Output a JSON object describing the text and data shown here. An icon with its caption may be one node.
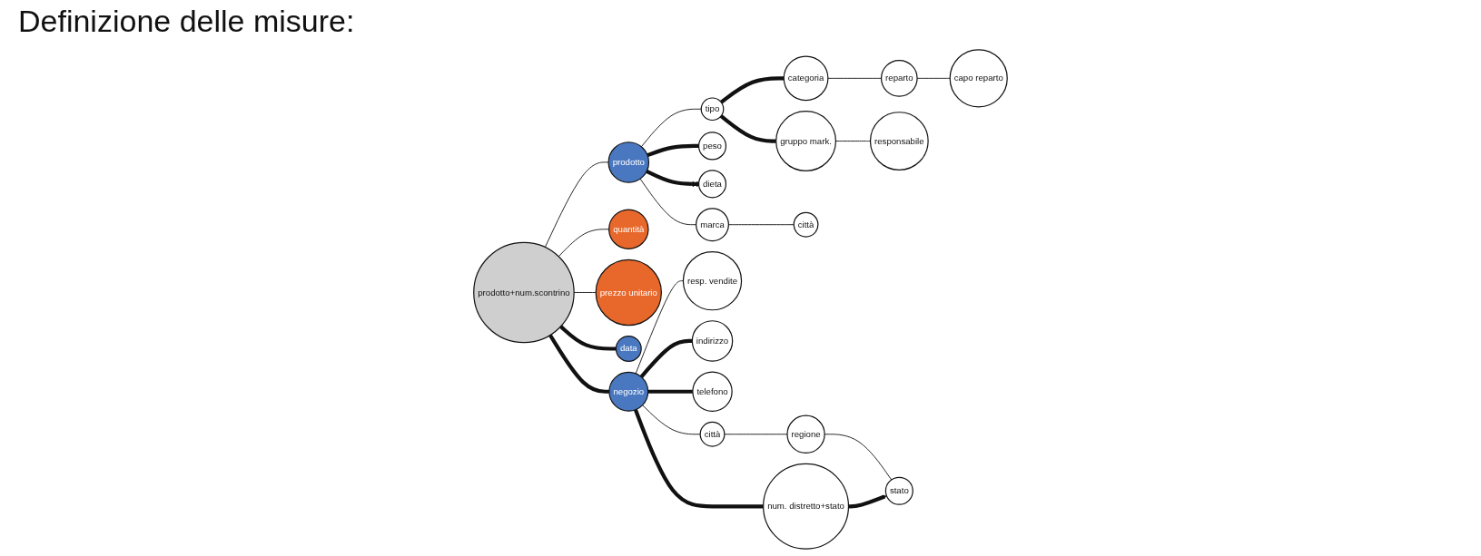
{
  "diagram": {
    "title": "Definizione delle misure:",
    "nodes": [
      {
        "text": [
          "resp. vendite"
        ]
      },
      {
        "text": [
          "città"
        ]
      },
      {
        "text": [
          "indirizzo"
        ]
      },
      {
        "text": [
          "telefono"
        ]
      },
      {
        "text": [
          "quantità"
        ]
      },
      {
        "text": [
          "marca"
        ]
      },
      {
        "text": [
          "negozio"
        ]
      },
      {
        "text": [
          "città"
        ]
      },
      {
        "text": [
          "regione"
        ]
      },
      {
        "text": [
          "stato"
        ]
      },
      {
        "text": [
          "dieta"
        ]
      },
      {
        "text": [
          "peso"
        ]
      },
      {
        "text": [
          "num. distretto+stato"
        ]
      },
      {
        "text": [
          "reparto"
        ]
      },
      {
        "text": [
          "capo reparto"
        ]
      },
      {
        "text": [
          "categoria"
        ]
      },
      {
        "text": [
          "tipo"
        ]
      },
      {
        "text": [
          "prodotto"
        ]
      },
      {
        "text": [
          "prodotto+num.scontrino"
        ]
      },
      {
        "text": [
          "responsabile"
        ]
      },
      {
        "text": [
          "gruppo mark."
        ]
      },
      {
        "text": [
          "data"
        ]
      },
      {
        "text": [
          "prezzo unitario"
        ]
      }
    ],
    "edges": [
      {
        "from": 18,
        "to": 17,
        "arrow": "none"
      },
      {
        "from": 17,
        "to": 16,
        "arrow": "none"
      },
      {
        "from": 16,
        "to": 15,
        "arrow": "none",
        "style": "thick"
      },
      {
        "from": 15,
        "to": 13,
        "arrow": "none"
      },
      {
        "from": 13,
        "to": 14,
        "arrow": "none"
      },
      {
        "from": 16,
        "to": 20,
        "arrow": "none",
        "style": "thick"
      },
      {
        "from": 20,
        "to": 19,
        "arrow": "none"
      },
      {
        "from": 17,
        "to": 11,
        "arrow": "none",
        "style": "thick"
      },
      {
        "from": 17,
        "to": 10,
        "arrow": "other",
        "style": "thick"
      },
      {
        "from": 17,
        "to": 5,
        "arrow": "none"
      },
      {
        "from": 5,
        "to": 1,
        "arrow": "none"
      },
      {
        "from": 18,
        "to": 4,
        "arrow": "none"
      },
      {
        "from": 18,
        "to": 22,
        "arrow": "none"
      },
      {
        "from": 18,
        "to": 21,
        "arrow": "none",
        "style": "thick"
      },
      {
        "from": 18,
        "to": 6,
        "arrow": "none",
        "style": "thick"
      },
      {
        "from": 6,
        "to": 0,
        "arrow": "none"
      },
      {
        "from": 6,
        "to": 2,
        "arrow": "none",
        "style": "thick"
      },
      {
        "from": 6,
        "to": 3,
        "arrow": "none",
        "style": "thick"
      },
      {
        "from": 6,
        "to": 7,
        "arrow": "none"
      },
      {
        "from": 7,
        "to": 8,
        "arrow": "none"
      },
      {
        "from": 8,
        "to": 9,
        "arrow": "none"
      },
      {
        "from": 6,
        "to": 12,
        "arrow": "none",
        "style": "thick"
      },
      {
        "from": 12,
        "to": 9,
        "arrow": "to",
        "style": "thick"
      }
    ]
  }
}
